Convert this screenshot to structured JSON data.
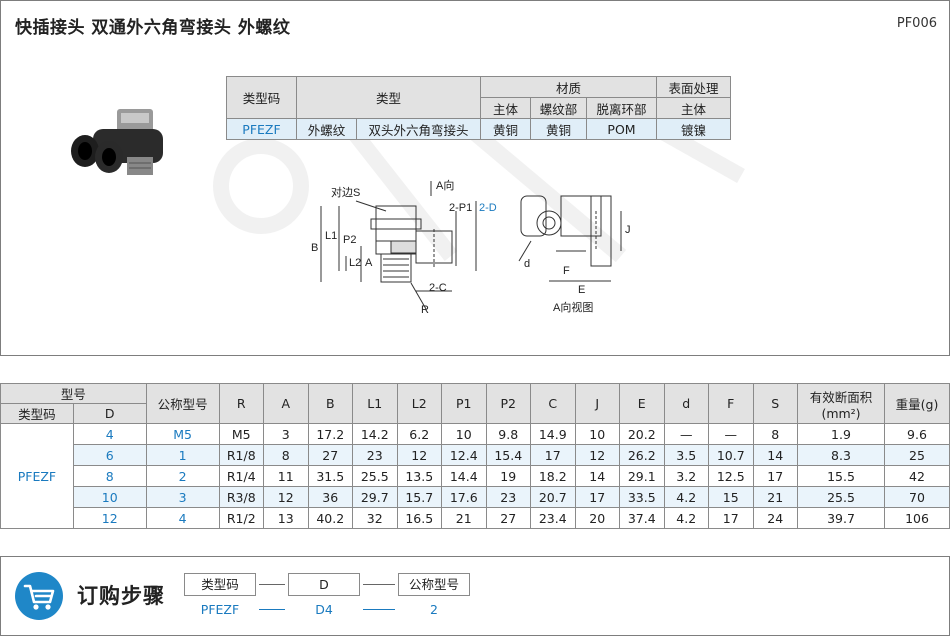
{
  "header": {
    "title": "快插接头  双通外六角弯接头  外螺纹",
    "code": "PF006"
  },
  "spec_table": {
    "h_type_code": "类型码",
    "h_type": "类型",
    "h_material": "材质",
    "h_surface": "表面处理",
    "h_body": "主体",
    "h_thread": "螺纹部",
    "h_release": "脱离环部",
    "h_surface_body": "主体",
    "v_code": "PFEZF",
    "v_type1": "外螺纹",
    "v_type2": "双头外六角弯接头",
    "v_body": "黄铜",
    "v_thread": "黄铜",
    "v_release": "POM",
    "v_surface": "镀镍"
  },
  "drawing": {
    "hex_label": "对边S",
    "a_dir": "A向",
    "p2": "P2",
    "l1": "L1",
    "l2": "L2",
    "b": "B",
    "a": "A",
    "two_p1": "2-P1",
    "two_d": "2-D",
    "two_c": "2-C",
    "r": "R",
    "j": "J",
    "d": "d",
    "f": "F",
    "e": "E",
    "view_label": "A向视图"
  },
  "data_table": {
    "h_model": "型号",
    "h_type_code": "类型码",
    "h_d": "D",
    "h_nominal": "公称型号",
    "h_cols": [
      "R",
      "A",
      "B",
      "L1",
      "L2",
      "P1",
      "P2",
      "C",
      "J",
      "E",
      "d",
      "F",
      "S"
    ],
    "h_area": "有效断面积",
    "h_area_unit": "(mm²)",
    "h_weight": "重量(g)",
    "type_code": "PFEZF",
    "rows": [
      {
        "D": "4",
        "nom": "M5",
        "vals": [
          "M5",
          "3",
          "17.2",
          "14.2",
          "6.2",
          "10",
          "9.8",
          "14.9",
          "10",
          "20.2",
          "—",
          "—",
          "8"
        ],
        "area": "1.9",
        "weight": "9.6"
      },
      {
        "D": "6",
        "nom": "1",
        "vals": [
          "R1/8",
          "8",
          "27",
          "23",
          "12",
          "12.4",
          "15.4",
          "17",
          "12",
          "26.2",
          "3.5",
          "10.7",
          "14"
        ],
        "area": "8.3",
        "weight": "25"
      },
      {
        "D": "8",
        "nom": "2",
        "vals": [
          "R1/4",
          "11",
          "31.5",
          "25.5",
          "13.5",
          "14.4",
          "19",
          "18.2",
          "14",
          "29.1",
          "3.2",
          "12.5",
          "17"
        ],
        "area": "15.5",
        "weight": "42"
      },
      {
        "D": "10",
        "nom": "3",
        "vals": [
          "R3/8",
          "12",
          "36",
          "29.7",
          "15.7",
          "17.6",
          "23",
          "20.7",
          "17",
          "33.5",
          "4.2",
          "15",
          "21"
        ],
        "area": "25.5",
        "weight": "70"
      },
      {
        "D": "12",
        "nom": "4",
        "vals": [
          "R1/2",
          "13",
          "40.2",
          "32",
          "16.5",
          "21",
          "27",
          "23.4",
          "20",
          "37.4",
          "4.2",
          "17",
          "24"
        ],
        "area": "39.7",
        "weight": "106"
      }
    ]
  },
  "order": {
    "title": "订购步骤",
    "icon": "shopping-cart-icon",
    "steps": [
      "类型码",
      "D",
      "公称型号"
    ],
    "example": [
      "PFEZF",
      "D4",
      "2"
    ]
  },
  "colors": {
    "accent": "#1a7abf",
    "header_bg": "#e2e2e2",
    "row_highlight": "#eaf4fb",
    "cart_circle": "#1f87c8"
  }
}
